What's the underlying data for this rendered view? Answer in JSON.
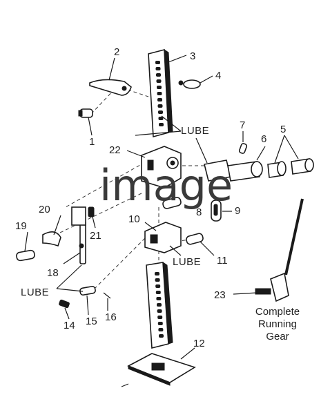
{
  "watermark": "image",
  "labels": {
    "p1": "1",
    "p2": "2",
    "p3": "3",
    "p4": "4",
    "p5": "5",
    "p6": "6",
    "p7": "7",
    "p8": "8",
    "p9": "9",
    "p10": "10",
    "p11": "11",
    "p12": "12",
    "p14": "14",
    "p15": "15",
    "p16": "16",
    "p18": "18",
    "p19": "19",
    "p20": "20",
    "p21": "21",
    "p22": "22",
    "p23": "23"
  },
  "lube_labels": [
    "LUBE",
    "LUBE",
    "LUBE"
  ],
  "caption": [
    "Complete",
    "Running",
    "Gear"
  ]
}
